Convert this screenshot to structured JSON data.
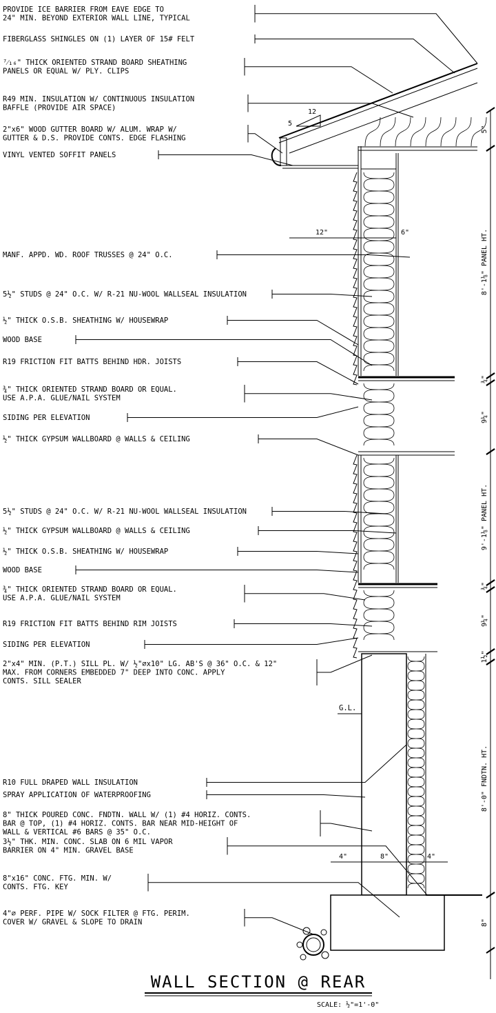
{
  "title": "WALL SECTION @ REAR",
  "scale": "SCALE: ½\"=1'-0\"",
  "grade_label": "G.L.",
  "notes": [
    {
      "lines": [
        "PROVIDE ICE BARRIER FROM EAVE EDGE TO",
        "24\" MIN. BEYOND EXTERIOR WALL LINE, TYPICAL"
      ]
    },
    {
      "lines": [
        "FIBERGLASS SHINGLES ON (1) LAYER OF 15# FELT"
      ]
    },
    {
      "lines": [
        "⁷⁄₁₆\" THICK ORIENTED STRAND BOARD SHEATHING",
        "PANELS OR EQUAL W/ PLY. CLIPS"
      ]
    },
    {
      "lines": [
        "R49 MIN. INSULATION W/ CONTINUOUS INSULATION",
        "BAFFLE (PROVIDE AIR SPACE)"
      ]
    },
    {
      "lines": [
        "2\"x6\" WOOD GUTTER BOARD W/ ALUM. WRAP W/",
        "GUTTER & D.S. PROVIDE CONTS. EDGE FLASHING"
      ]
    },
    {
      "lines": [
        "VINYL VENTED SOFFIT PANELS"
      ]
    },
    {
      "lines": [
        "MANF. APPD. WD. ROOF TRUSSES @ 24\" O.C."
      ]
    },
    {
      "lines": [
        "5½\" STUDS @ 24\" O.C. W/ R-21 NU-WOOL WALLSEAL INSULATION"
      ]
    },
    {
      "lines": [
        "½\" THICK O.S.B. SHEATHING W/ HOUSEWRAP"
      ]
    },
    {
      "lines": [
        "WOOD BASE"
      ]
    },
    {
      "lines": [
        "R19 FRICTION FIT BATTS BEHIND HDR. JOISTS"
      ]
    },
    {
      "lines": [
        "¾\" THICK ORIENTED STRAND BOARD OR EQUAL.",
        "USE A.P.A. GLUE/NAIL SYSTEM"
      ]
    },
    {
      "lines": [
        "SIDING PER ELEVATION"
      ]
    },
    {
      "lines": [
        "½\" THICK GYPSUM WALLBOARD @ WALLS & CEILING"
      ]
    },
    {
      "lines": [
        "5½\" STUDS @ 24\" O.C. W/ R-21 NU-WOOL WALLSEAL INSULATION"
      ]
    },
    {
      "lines": [
        "½\" THICK GYPSUM WALLBOARD @ WALLS & CEILING"
      ]
    },
    {
      "lines": [
        "½\" THICK O.S.B. SHEATHING W/ HOUSEWRAP"
      ]
    },
    {
      "lines": [
        "WOOD BASE"
      ]
    },
    {
      "lines": [
        "¾\" THICK ORIENTED STRAND BOARD OR EQUAL.",
        "USE A.P.A. GLUE/NAIL SYSTEM"
      ]
    },
    {
      "lines": [
        "R19 FRICTION FIT BATTS BEHIND RIM JOISTS"
      ]
    },
    {
      "lines": [
        "SIDING PER ELEVATION"
      ]
    },
    {
      "lines": [
        "2\"x4\" MIN. (P.T.) SILL PL. W/ ½\"⌀x10\" LG. AB'S @ 36\" O.C. & 12\"",
        "MAX. FROM CORNERS EMBEDDED 7\" DEEP INTO CONC. APPLY",
        "CONTS. SILL SEALER"
      ]
    },
    {
      "lines": [
        "R10 FULL DRAPED WALL INSULATION"
      ]
    },
    {
      "lines": [
        "SPRAY APPLICATION OF WATERPROOFING"
      ]
    },
    {
      "lines": [
        "8\" THICK POURED CONC. FNDTN. WALL W/ (1) #4 HORIZ. CONTS.",
        "BAR @ TOP, (1) #4 HORIZ. CONTS. BAR NEAR MID-HEIGHT OF",
        "WALL & VERTICAL #6 BARS @ 35\" O.C."
      ]
    },
    {
      "lines": [
        "3½\" THK. MIN. CONC. SLAB ON 6 MIL VAPOR",
        "BARRIER ON 4\" MIN. GRAVEL BASE"
      ]
    },
    {
      "lines": [
        "8\"x16\" CONC. FTG. MIN. W/",
        "CONTS. FTG. KEY"
      ]
    },
    {
      "lines": [
        "4\"⌀ PERF. PIPE W/ SOCK FILTER @ FTG. PERIM.",
        "COVER W/ GRAVEL & SLOPE TO DRAIN"
      ]
    }
  ],
  "slope": {
    "rise": "5",
    "run": "12"
  },
  "dims": {
    "soffit_run": "12\"",
    "wall_offset": "6\"",
    "ftg_left": "4\"",
    "ftg_wall": "8\"",
    "ftg_right": "4\""
  },
  "vertical_dims": [
    {
      "label": "5\""
    },
    {
      "label": "8'-1⅛\" PANEL HT."
    },
    {
      "label": "¾\""
    },
    {
      "label": "9¼\""
    },
    {
      "label": "9'-1⅛\" PANEL HT."
    },
    {
      "label": "¾\""
    },
    {
      "label": "9¼\""
    },
    {
      "label": "1½\""
    },
    {
      "label": "8'-0\" FNDTN. HT."
    },
    {
      "label": "8\""
    }
  ]
}
